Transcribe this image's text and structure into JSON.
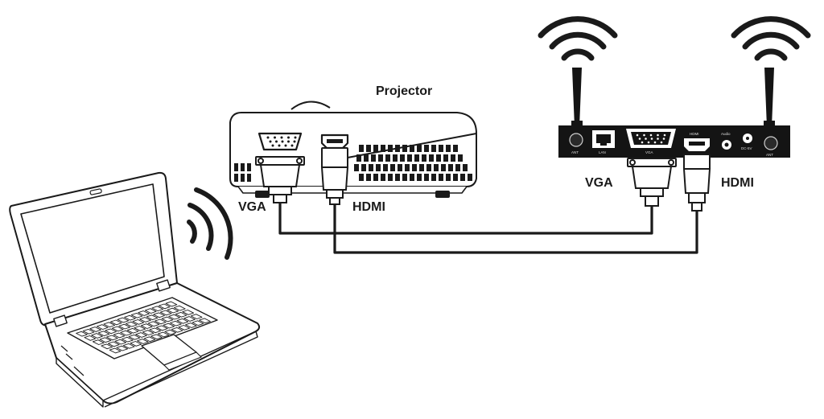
{
  "labels": {
    "projector": "Projector",
    "projector_vga": "VGA",
    "projector_hdmi": "HDMI",
    "receiver_vga": "VGA",
    "receiver_hdmi": "HDMI"
  },
  "receiver_ports": {
    "ant_left": "ANT",
    "lan": "LAN",
    "vga": "VGA",
    "hdmi": "HDMI",
    "audio": "Audio",
    "dc": "DC-5V",
    "ant_right": "ANT"
  },
  "icons": {
    "laptop_signal": "wifi-waves-icon",
    "antenna_left_signal": "wifi-icon",
    "antenna_right_signal": "wifi-icon"
  },
  "colors": {
    "ink": "#1a1a1a",
    "device_body": "#141414",
    "background": "#ffffff"
  }
}
